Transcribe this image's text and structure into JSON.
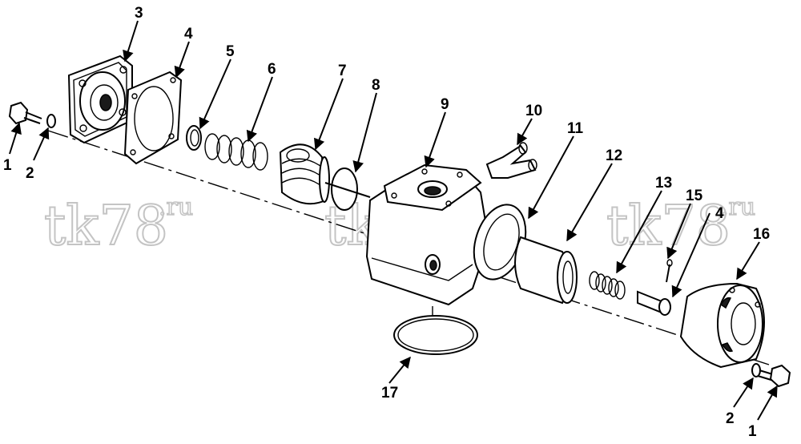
{
  "diagram": {
    "callouts": [
      "1",
      "2",
      "3",
      "4",
      "5",
      "6",
      "7",
      "8",
      "9",
      "10",
      "11",
      "12",
      "13",
      "15",
      "16",
      "17",
      "2",
      "1"
    ],
    "watermark": {
      "main": "tk78",
      "suffix": ".ru",
      "extra": "4"
    }
  }
}
